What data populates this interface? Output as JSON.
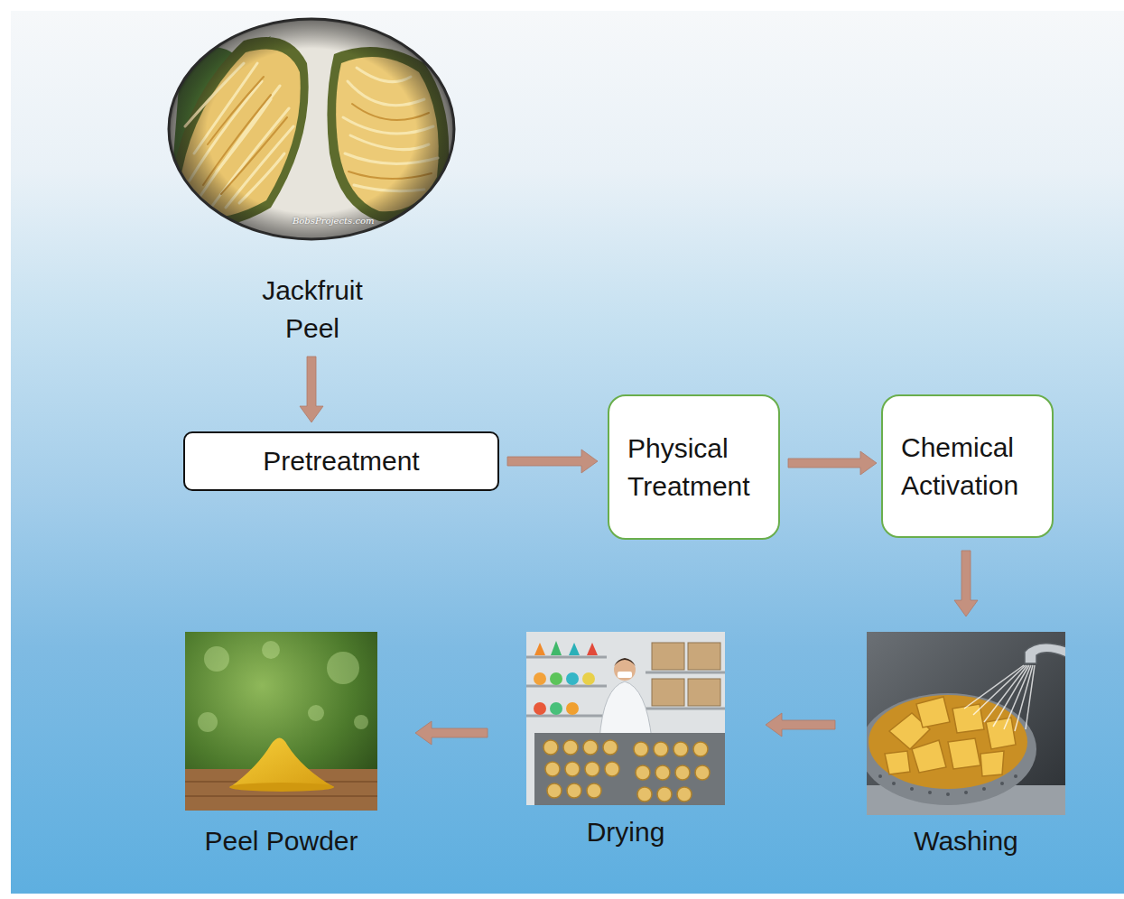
{
  "diagram": {
    "nodes": [
      {
        "text": [
          "Jackfruit Peel"
        ]
      },
      {
        "text": [
          "Pretreatment"
        ]
      },
      {
        "text": [
          "Physical Treatment"
        ]
      },
      {
        "text": [
          "Chemical Activation"
        ]
      },
      {
        "text": [
          "Washing"
        ]
      },
      {
        "text": [
          "Drying"
        ]
      },
      {
        "text": [
          "Peel Powder"
        ]
      }
    ],
    "edges": [
      {
        "from": 0,
        "to": 1,
        "arrow": "to"
      },
      {
        "from": 1,
        "to": 2,
        "arrow": "to"
      },
      {
        "from": 2,
        "to": 3,
        "arrow": "to"
      },
      {
        "from": 3,
        "to": 4,
        "arrow": "to"
      },
      {
        "from": 4,
        "to": 5,
        "arrow": "to"
      },
      {
        "from": 5,
        "to": 6,
        "arrow": "to"
      }
    ],
    "labels": [
      "BobsProjects.com"
    ]
  }
}
